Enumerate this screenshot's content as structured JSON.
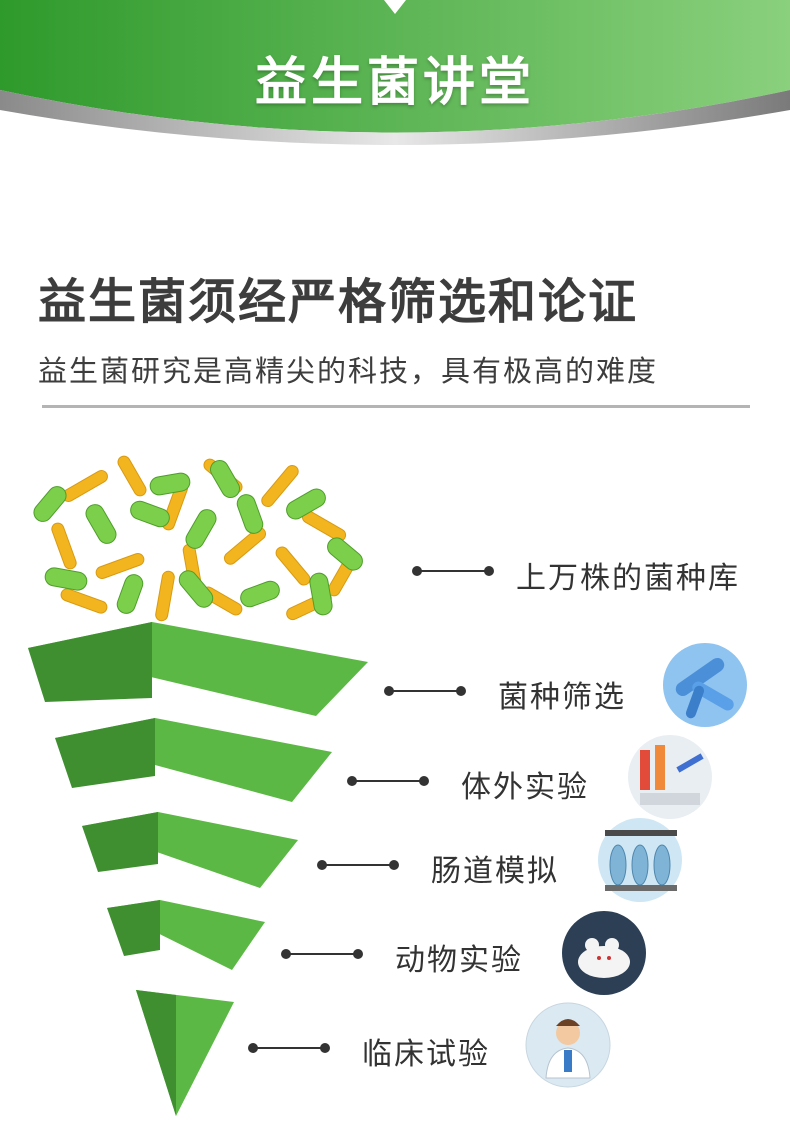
{
  "header": {
    "title": "益生菌讲堂"
  },
  "headline": {
    "title": "益生菌须经严格筛选和论证",
    "subtitle": "益生菌研究是高精尖的科技，具有极高的难度"
  },
  "funnel": {
    "stages": [
      {
        "label": "上万株的菌种库",
        "icon": "bacteria-cluster-illustration"
      },
      {
        "label": "菌种筛选",
        "icon": "microscope-bacteria-photo"
      },
      {
        "label": "体外实验",
        "icon": "lab-test-tubes-photo"
      },
      {
        "label": "肠道模拟",
        "icon": "fermentation-apparatus-photo"
      },
      {
        "label": "动物实验",
        "icon": "white-mouse-photo"
      },
      {
        "label": "临床试验",
        "icon": "doctor-illustration"
      }
    ]
  },
  "colors": {
    "green_light": "#6cc05a",
    "green_dark": "#3d8f2e",
    "text": "#3d3d3d"
  }
}
